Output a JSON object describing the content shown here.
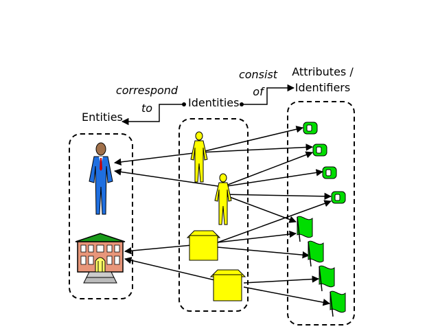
{
  "labels": {
    "entities": "Entities",
    "identities": "Identities",
    "attributes_line1": "Attributes /",
    "attributes_line2": "Identifiers",
    "correspond_line1": "correspond",
    "correspond_line2": "to",
    "consist_line1": "consist",
    "consist_line2": "of"
  },
  "colors": {
    "person_suit": "#1f6fe0",
    "identity_person": "#ffff00",
    "identity_box": "#ffff00",
    "attribute": "#00dd00",
    "building_wall": "#e8967a",
    "building_roof": "#1a9a1a"
  }
}
